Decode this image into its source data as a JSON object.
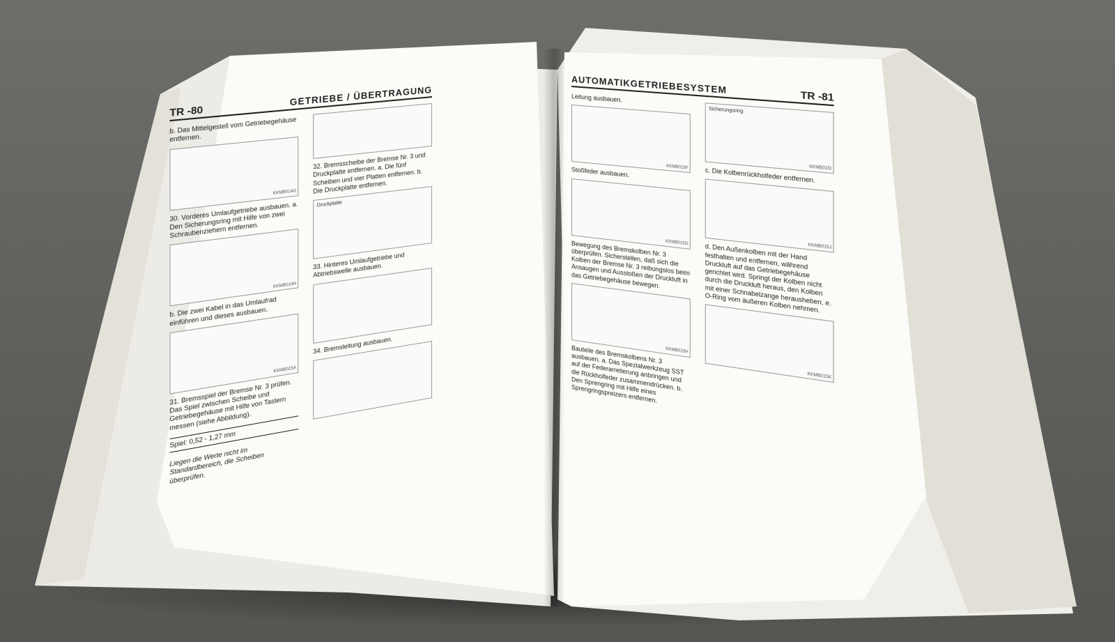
{
  "left_page": {
    "page_number": "TR -80",
    "header_title": "GETRIEBE / ÜBERTRAGUNG",
    "left_col": [
      {
        "text": "b. Das Mittelgestell vom Getriebegehäuse entfernen.",
        "fig_code": "KKMB014G"
      },
      {
        "text": "30. Vorderes Umlaufgetriebe ausbauen. a. Den Sicherungsring mit Hilfe von zwei Schraubenziehern entfernen.",
        "fig_code": "KKMB014H"
      },
      {
        "text": "b. Die zwei Kabel in das Umlaufrad einführen und dieses ausbauen.",
        "fig_code": "KKMB015A"
      }
    ],
    "step31": "31. Bremsspiel der Bremse Nr. 3 prüfen. Das Spiel zwischen Scheibe und Getriebegehäuse mit Hilfe von Tastern messen (siehe Abbildung).",
    "spec": "Spiel: 0,52 - 1,27 mm",
    "note": "Liegen die Werte nicht im Standardbereich, die Scheiben überprüfen.",
    "right_col": [
      {
        "text": "32. Bremsscheibe der Bremse Nr. 3 und Druckplatte entfernen. a. Die fünf Scheiben und vier Platten entfernen. b. Die Druckplatte entfernen.",
        "label": "Druckplatte",
        "fig_code": ""
      },
      {
        "text": "33. Hinteres Umlaufgetriebe und Abtriebswelle ausbauen.",
        "fig_code": ""
      },
      {
        "text": "34. Bremsleitung ausbauen.",
        "fig_code": ""
      }
    ]
  },
  "right_page": {
    "page_number": "TR -81",
    "header_title": "AUTOMATIKGETRIEBESYSTEM",
    "left_col": [
      {
        "text": "Leitung ausbauen.",
        "fig_code": "KKMB015F"
      },
      {
        "text": "Stoßfeder ausbauen.",
        "fig_code": "KKMB015G"
      },
      {
        "text": "Bewegung des Bremskolben Nr. 3 überprüfen. Sicherstellen, daß sich die Kolben der Bremse Nr. 3 reibungslos beim Ansaugen und Ausstoßen der Druckluft in das Getriebegehäuse bewegen.",
        "fig_code": "KKMB015H"
      },
      {
        "text": "Bauteile des Bremskolbens Nr. 3 ausbauen. a. Das Spezialwerkzeug SST auf der Federarretierung anbringen und die Rückholfeder zusammendrücken. b. Den Sprengring mit Hilfe eines Sprengringspreizers entfernen.",
        "fig_code": ""
      }
    ],
    "right_col": [
      {
        "text": "",
        "label": "Sicherungsring",
        "fig_code": "KKMB015I"
      },
      {
        "text": "c. Die Kolbenrückholfeder entfernen.",
        "fig_code": "KKMB015J"
      },
      {
        "text": "d. Den Außenkolben mit der Hand festhalten und entfernen, während Druckluft auf das Getriebegehäuse gerichtet wird. Springt der Kolben nicht durch die Druckluft heraus, den Kolben mit einer Schnabelzange herausheben. e. O-Ring vom äußeren Kolben nehmen.",
        "fig_code": "KKMB015K"
      }
    ]
  }
}
